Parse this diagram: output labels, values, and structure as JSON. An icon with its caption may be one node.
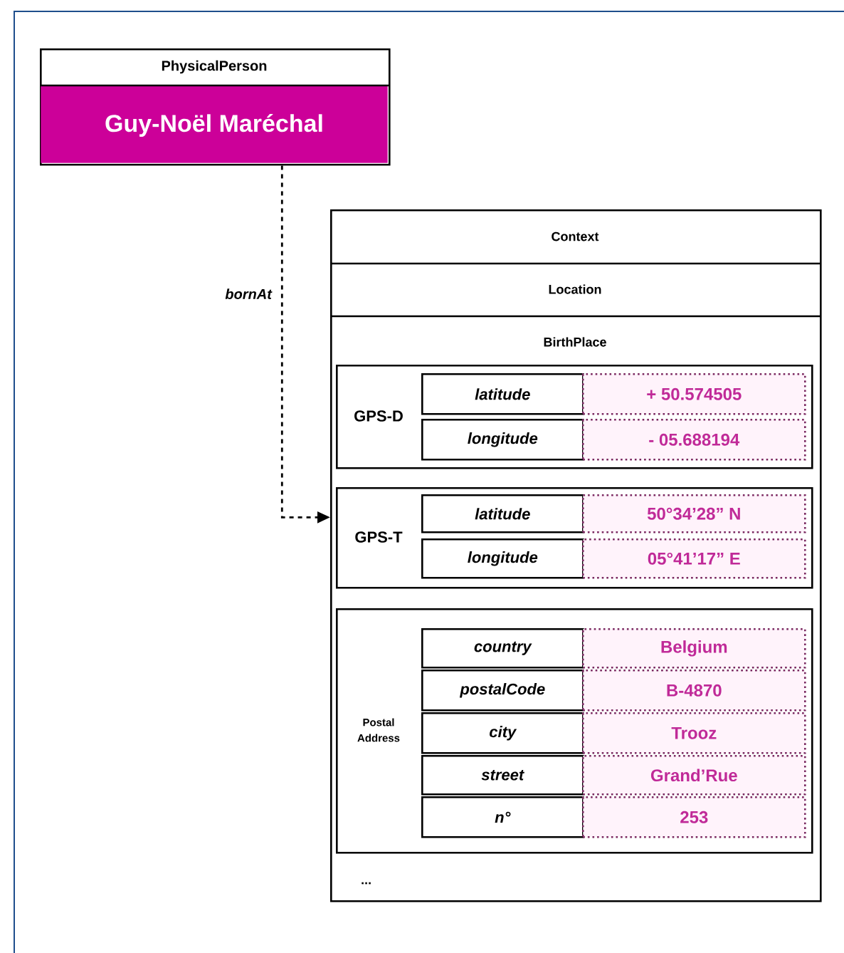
{
  "diagram": {
    "nodes": [
      {
        "text": [
          "PhysicalPerson",
          "Guy-Noël Maréchal"
        ]
      },
      {
        "text": [
          "Context",
          "Location",
          "BirthPlace",
          "..."
        ]
      },
      {
        "text": [
          "GPS-D"
        ],
        "in": 1
      },
      {
        "text": [
          "latitude"
        ],
        "in": 2
      },
      {
        "text": [
          "+ 50.574505"
        ],
        "in": 2
      },
      {
        "text": [
          "longitude"
        ],
        "in": 2
      },
      {
        "text": [
          "- 05.688194"
        ],
        "in": 2
      },
      {
        "text": [
          "GPS-T"
        ],
        "in": 1
      },
      {
        "text": [
          "latitude"
        ],
        "in": 7
      },
      {
        "text": [
          "50°34’28” N"
        ],
        "in": 7
      },
      {
        "text": [
          "longitude"
        ],
        "in": 7
      },
      {
        "text": [
          "05°41’17” E"
        ],
        "in": 7
      },
      {
        "text": [
          "Postal Address"
        ],
        "in": 1
      },
      {
        "text": [
          "country"
        ],
        "in": 12
      },
      {
        "text": [
          "Belgium"
        ],
        "in": 12
      },
      {
        "text": [
          "postalCode"
        ],
        "in": 12
      },
      {
        "text": [
          "B-4870"
        ],
        "in": 12
      },
      {
        "text": [
          "city"
        ],
        "in": 12
      },
      {
        "text": [
          "Trooz"
        ],
        "in": 12
      },
      {
        "text": [
          "street"
        ],
        "in": 12
      },
      {
        "text": [
          "Grand’Rue"
        ],
        "in": 12
      },
      {
        "text": [
          "n°"
        ],
        "in": 12
      },
      {
        "text": [
          "253"
        ],
        "in": 12
      }
    ],
    "edges": [
      {
        "from": 0,
        "to": 1,
        "arrow": "to",
        "style": "dashed",
        "label": "bornAt"
      }
    ]
  }
}
